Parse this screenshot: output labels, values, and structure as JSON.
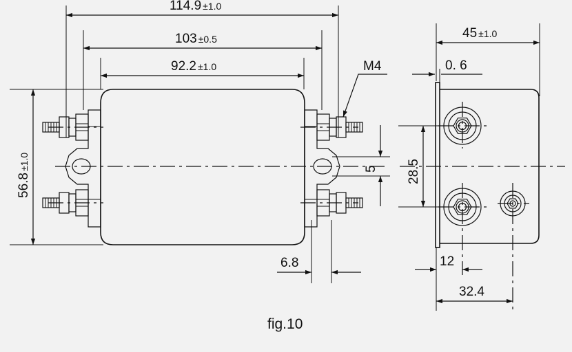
{
  "figure": {
    "caption": "fig.10",
    "colors": {
      "background": "#f2f2f2",
      "ink": "#111111"
    }
  },
  "front_view": {
    "overall_width": {
      "value": "114.9",
      "tolerance": "±1.0"
    },
    "mount_pitch": {
      "value": "103",
      "tolerance": "±0.5"
    },
    "body_width": {
      "value": "92.2",
      "tolerance": "±1.0"
    },
    "height": {
      "value": "56.8",
      "tolerance": "±1.0"
    },
    "thread_label": "M4",
    "slot_offset": "5",
    "flange_gap": "6.8"
  },
  "side_view": {
    "depth": {
      "value": "45",
      "tolerance": "±1.0"
    },
    "plate_thickness": "0. 6",
    "terminal_spacing": "28.5",
    "terminal_offset": "12",
    "ground_offset": "32.4"
  }
}
